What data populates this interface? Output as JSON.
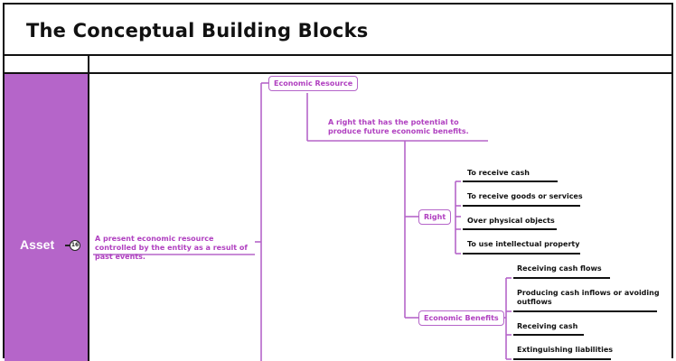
{
  "header": {
    "title": "The Conceptual Building Blocks"
  },
  "sidebar": {
    "label": "Asset",
    "badge": "16"
  },
  "colors": {
    "accent": "#b565c9",
    "accent_text": "#b040c0",
    "line": "#111111"
  },
  "diagram": {
    "definition": "A present economic resource controlled by the entity as a result of past events.",
    "economic_resource": {
      "label": "Economic Resource",
      "description": "A right that has the potential to produce future economic benefits."
    },
    "right": {
      "label": "Right",
      "items": [
        "To receive cash",
        "To receive goods or services",
        "Over physical objects",
        "To use intellectual property"
      ]
    },
    "economic_benefits": {
      "label": "Economic Benefits",
      "items": [
        "Receiving cash flows",
        "Producing cash inflows or avoiding outflows",
        "Receiving cash",
        "Extinguishing liabilities"
      ]
    }
  }
}
